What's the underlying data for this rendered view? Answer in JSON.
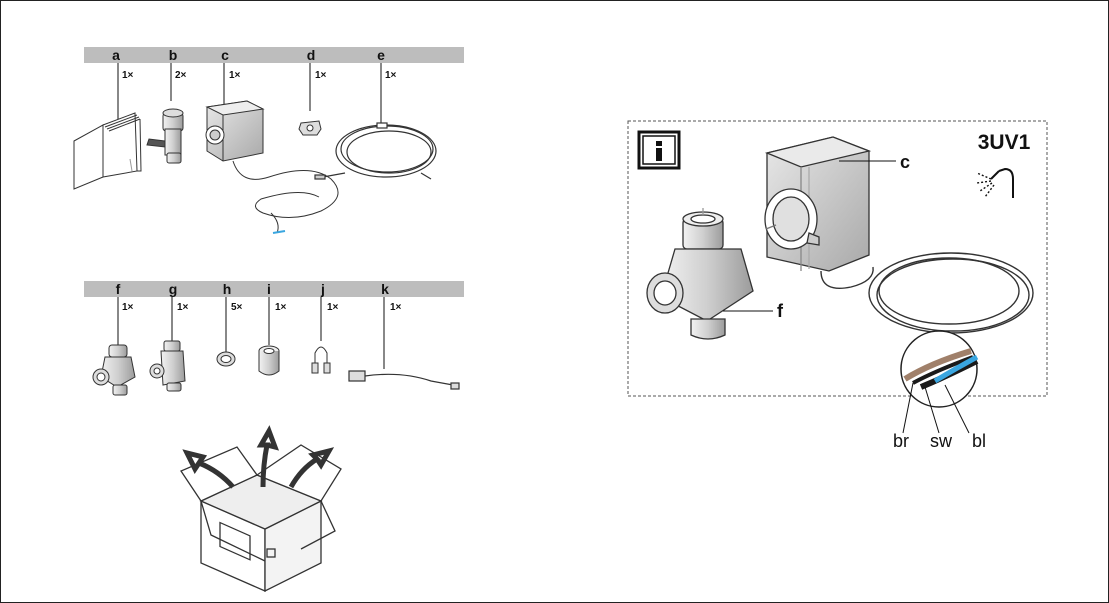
{
  "kit_row_1": [
    {
      "letter": "a",
      "qty": "1×"
    },
    {
      "letter": "b",
      "qty": "2×"
    },
    {
      "letter": "c",
      "qty": "1×"
    },
    {
      "letter": "d",
      "qty": "1×"
    },
    {
      "letter": "e",
      "qty": "1×"
    }
  ],
  "kit_row_2": [
    {
      "letter": "f",
      "qty": "1×"
    },
    {
      "letter": "g",
      "qty": "1×"
    },
    {
      "letter": "h",
      "qty": "5×"
    },
    {
      "letter": "i",
      "qty": "1×"
    },
    {
      "letter": "j",
      "qty": "1×"
    },
    {
      "letter": "k",
      "qty": "1×"
    }
  ],
  "detail": {
    "valve_label": "3UV1",
    "callout_actuator": "c",
    "callout_valve": "f",
    "wires": [
      "br",
      "sw",
      "bl"
    ]
  },
  "colors": {
    "header_bar": "#bdbdbd",
    "wire_brown": "#a0806a",
    "wire_black": "#1a1a1a",
    "wire_blue": "#3aa6e0"
  }
}
